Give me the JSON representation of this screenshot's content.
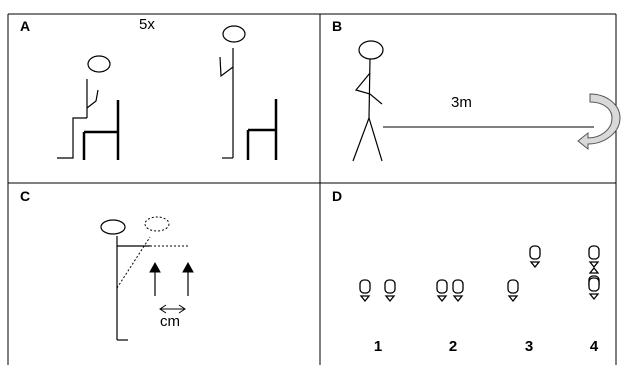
{
  "panels": [
    {
      "letter": "A",
      "caption": "5x"
    },
    {
      "letter": "B",
      "caption": "3m"
    },
    {
      "letter": "C",
      "caption": "cm"
    },
    {
      "letter": "D",
      "steps": [
        "1",
        "2",
        "3",
        "4"
      ]
    }
  ]
}
